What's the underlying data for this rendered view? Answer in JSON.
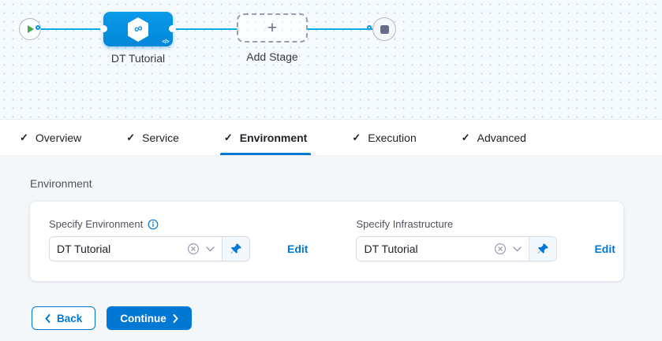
{
  "icons": {
    "check": "✓",
    "plus": "+",
    "infinity": "∞",
    "code": "</>"
  },
  "canvas": {
    "stage_label": "DT Tutorial",
    "add_stage_label": "Add Stage"
  },
  "tabs": [
    {
      "label": "Overview",
      "checked": true
    },
    {
      "label": "Service",
      "checked": true
    },
    {
      "label": "Environment",
      "checked": true,
      "active": true
    },
    {
      "label": "Execution",
      "checked": true
    },
    {
      "label": "Advanced",
      "checked": true
    }
  ],
  "environment": {
    "heading": "Environment",
    "env_field": {
      "label": "Specify Environment",
      "value": "DT Tutorial",
      "edit_label": "Edit"
    },
    "infra_field": {
      "label": "Specify Infrastructure",
      "value": "DT Tutorial",
      "edit_label": "Edit"
    }
  },
  "footer": {
    "back_label": "Back",
    "continue_label": "Continue"
  },
  "colors": {
    "primary": "#0278d5",
    "stage_node_blue": "#0092e4",
    "connector_line": "#00ade4",
    "canvas_bg": "#f6fbff",
    "content_bg": "#f4f7fa",
    "start_play_green": "#42ab45",
    "end_square_gray": "#696c87"
  }
}
